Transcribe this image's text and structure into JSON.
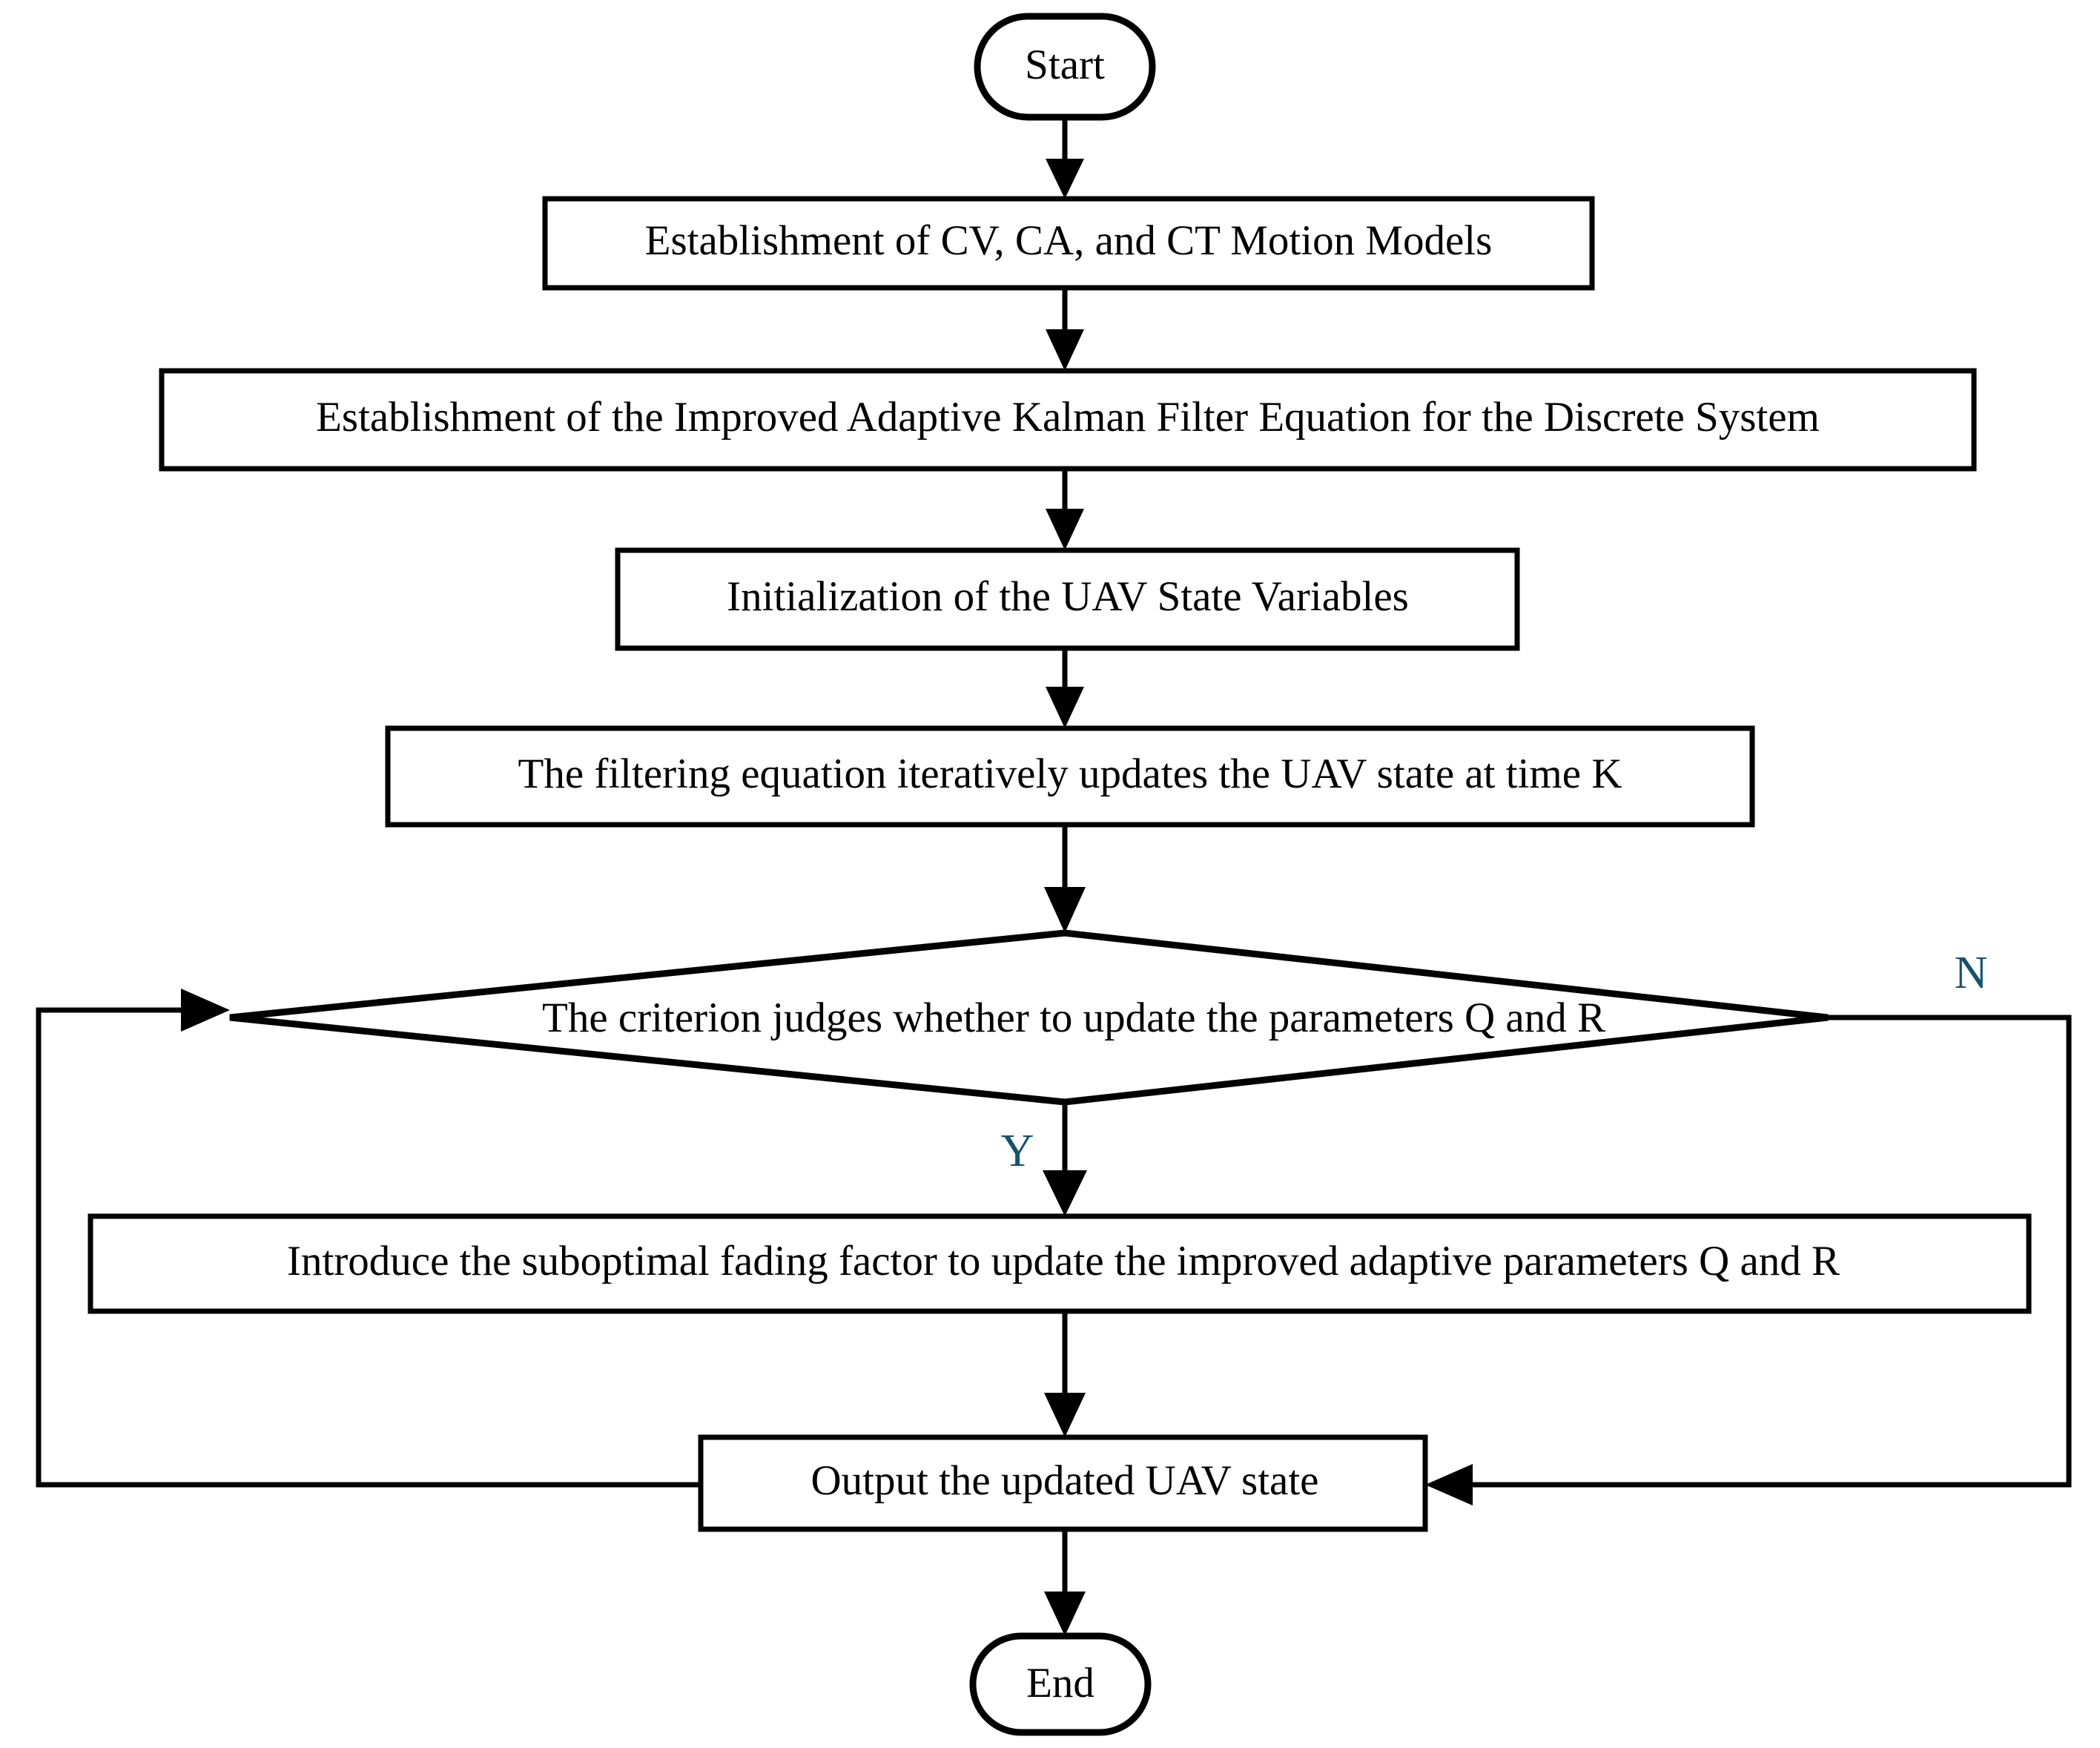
{
  "diagram": {
    "type": "flowchart",
    "orientation": "top-to-bottom",
    "background_color": "#ffffff",
    "line_color": "#000000",
    "branch_label_color": "#14536b",
    "nodes": [
      {
        "id": "start",
        "shape": "terminal",
        "label": "Start"
      },
      {
        "id": "models",
        "shape": "process",
        "label": "Establishment of CV, CA, and CT Motion Models"
      },
      {
        "id": "kalman",
        "shape": "process",
        "label": "Establishment of the Improved Adaptive Kalman Filter Equation for the Discrete System"
      },
      {
        "id": "init",
        "shape": "process",
        "label": "Initialization of the UAV State Variables"
      },
      {
        "id": "filter",
        "shape": "process",
        "label": "The filtering equation iteratively updates the UAV state at time K"
      },
      {
        "id": "decision",
        "shape": "decision",
        "label": "The criterion judges whether to update the parameters Q and R"
      },
      {
        "id": "fading",
        "shape": "process",
        "label": "Introduce the suboptimal fading factor to update the improved adaptive parameters Q and R"
      },
      {
        "id": "output",
        "shape": "process",
        "label": "Output the updated UAV state"
      },
      {
        "id": "end",
        "shape": "terminal",
        "label": "End"
      }
    ],
    "edges": [
      {
        "from": "start",
        "to": "models",
        "label": ""
      },
      {
        "from": "models",
        "to": "kalman",
        "label": ""
      },
      {
        "from": "kalman",
        "to": "init",
        "label": ""
      },
      {
        "from": "init",
        "to": "filter",
        "label": ""
      },
      {
        "from": "filter",
        "to": "decision",
        "label": ""
      },
      {
        "from": "decision",
        "to": "fading",
        "label": "Y"
      },
      {
        "from": "decision",
        "to": "output",
        "label": "N"
      },
      {
        "from": "fading",
        "to": "output",
        "label": ""
      },
      {
        "from": "output",
        "to": "decision",
        "label": ""
      },
      {
        "from": "output",
        "to": "end",
        "label": ""
      }
    ],
    "branch_labels": {
      "yes": "Y",
      "no": "N"
    }
  }
}
